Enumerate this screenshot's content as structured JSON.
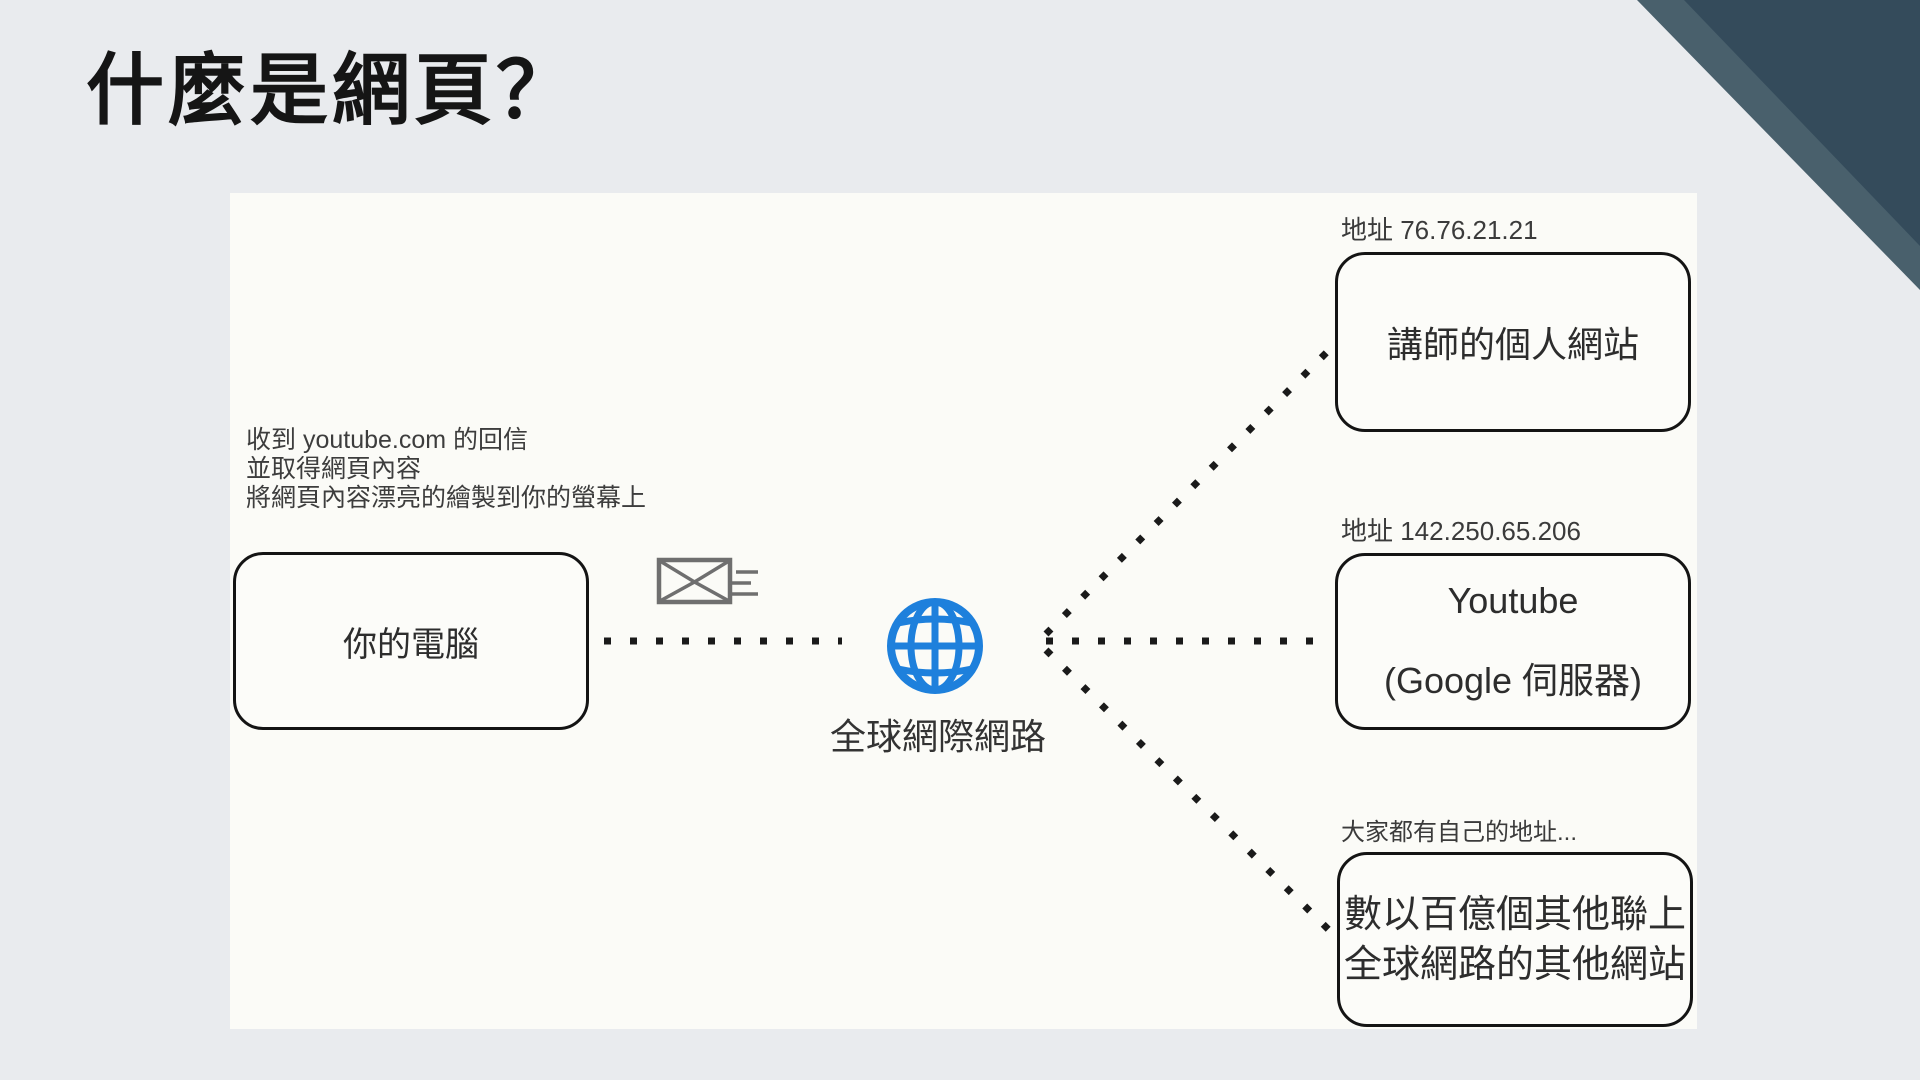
{
  "slide": {
    "title": "什麼是網頁？",
    "note_lines": [
      "收到 youtube.com 的回信",
      "並取得網頁內容",
      "將網頁內容漂亮的繪製到你的螢幕上"
    ],
    "client_box_label": "你的電腦",
    "internet_label": "全球網際網路",
    "servers": [
      {
        "address_label": "地址 76.76.21.21",
        "line1": "講師的個人網站",
        "line2": ""
      },
      {
        "address_label": "地址 142.250.65.206",
        "line1": "Youtube",
        "line2": "(Google 伺服器)"
      },
      {
        "address_label": "大家都有自己的地址...",
        "line1": "數以百億個其他聯上",
        "line2": "全球網路的其他網站"
      }
    ],
    "colors": {
      "globe_blue": "#1e80dc",
      "corner_dark": "#344b5b",
      "corner_light": "#49606c",
      "panel_bg": "#fbfbf7",
      "slide_bg": "#e9ebee",
      "dot_black": "#1a1a1a",
      "mail_gray": "#6f6f6f"
    }
  }
}
